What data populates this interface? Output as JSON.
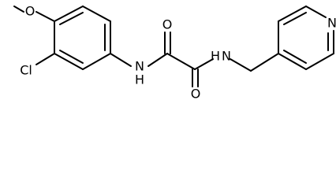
{
  "molecule": {
    "atoms": {
      "methoxy_oxygen": "O",
      "chloro": "Cl",
      "anilide_nh": "N",
      "anilide_h": "H",
      "carbonyl_o1": "O",
      "carbonyl_o2": "O",
      "amide_nh": "N",
      "amide_h": "H",
      "pyridine_n": "N"
    },
    "colors": {
      "bond": "#000000",
      "label": "#000000",
      "background": "#ffffff"
    }
  }
}
